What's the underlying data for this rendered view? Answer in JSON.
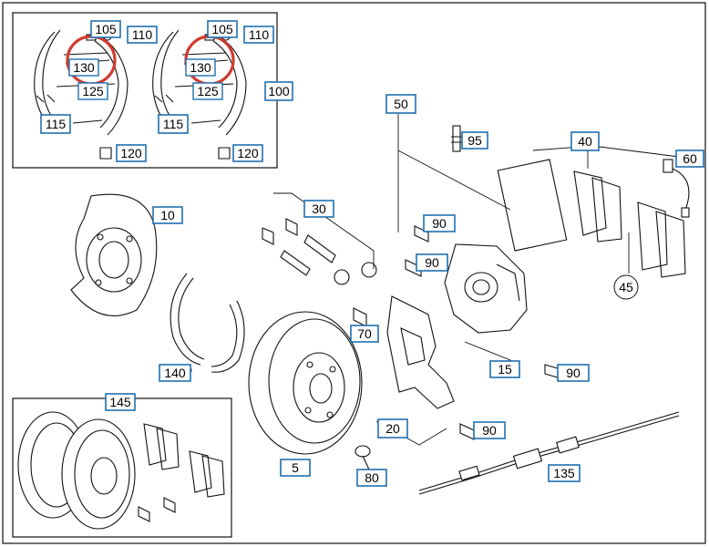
{
  "diagram": {
    "accent_color": "#1f6fb0",
    "highlight_color": "#d23b2f",
    "callouts": {
      "c105a": "105",
      "c110a": "110",
      "c130a": "130",
      "c125a": "125",
      "c115a": "115",
      "c120a": "120",
      "c105b": "105",
      "c110b": "110",
      "c130b": "130",
      "c125b": "125",
      "c115b": "115",
      "c120b": "120",
      "c100": "100",
      "c50": "50",
      "c95": "95",
      "c40": "40",
      "c60": "60",
      "c10": "10",
      "c30": "30",
      "c90a": "90",
      "c90b": "90",
      "c90c": "90",
      "c90d": "90",
      "c70": "70",
      "c45": "45",
      "c15": "15",
      "c140": "140",
      "c145": "145",
      "c20": "20",
      "c5": "5",
      "c80": "80",
      "c135": "135"
    }
  }
}
